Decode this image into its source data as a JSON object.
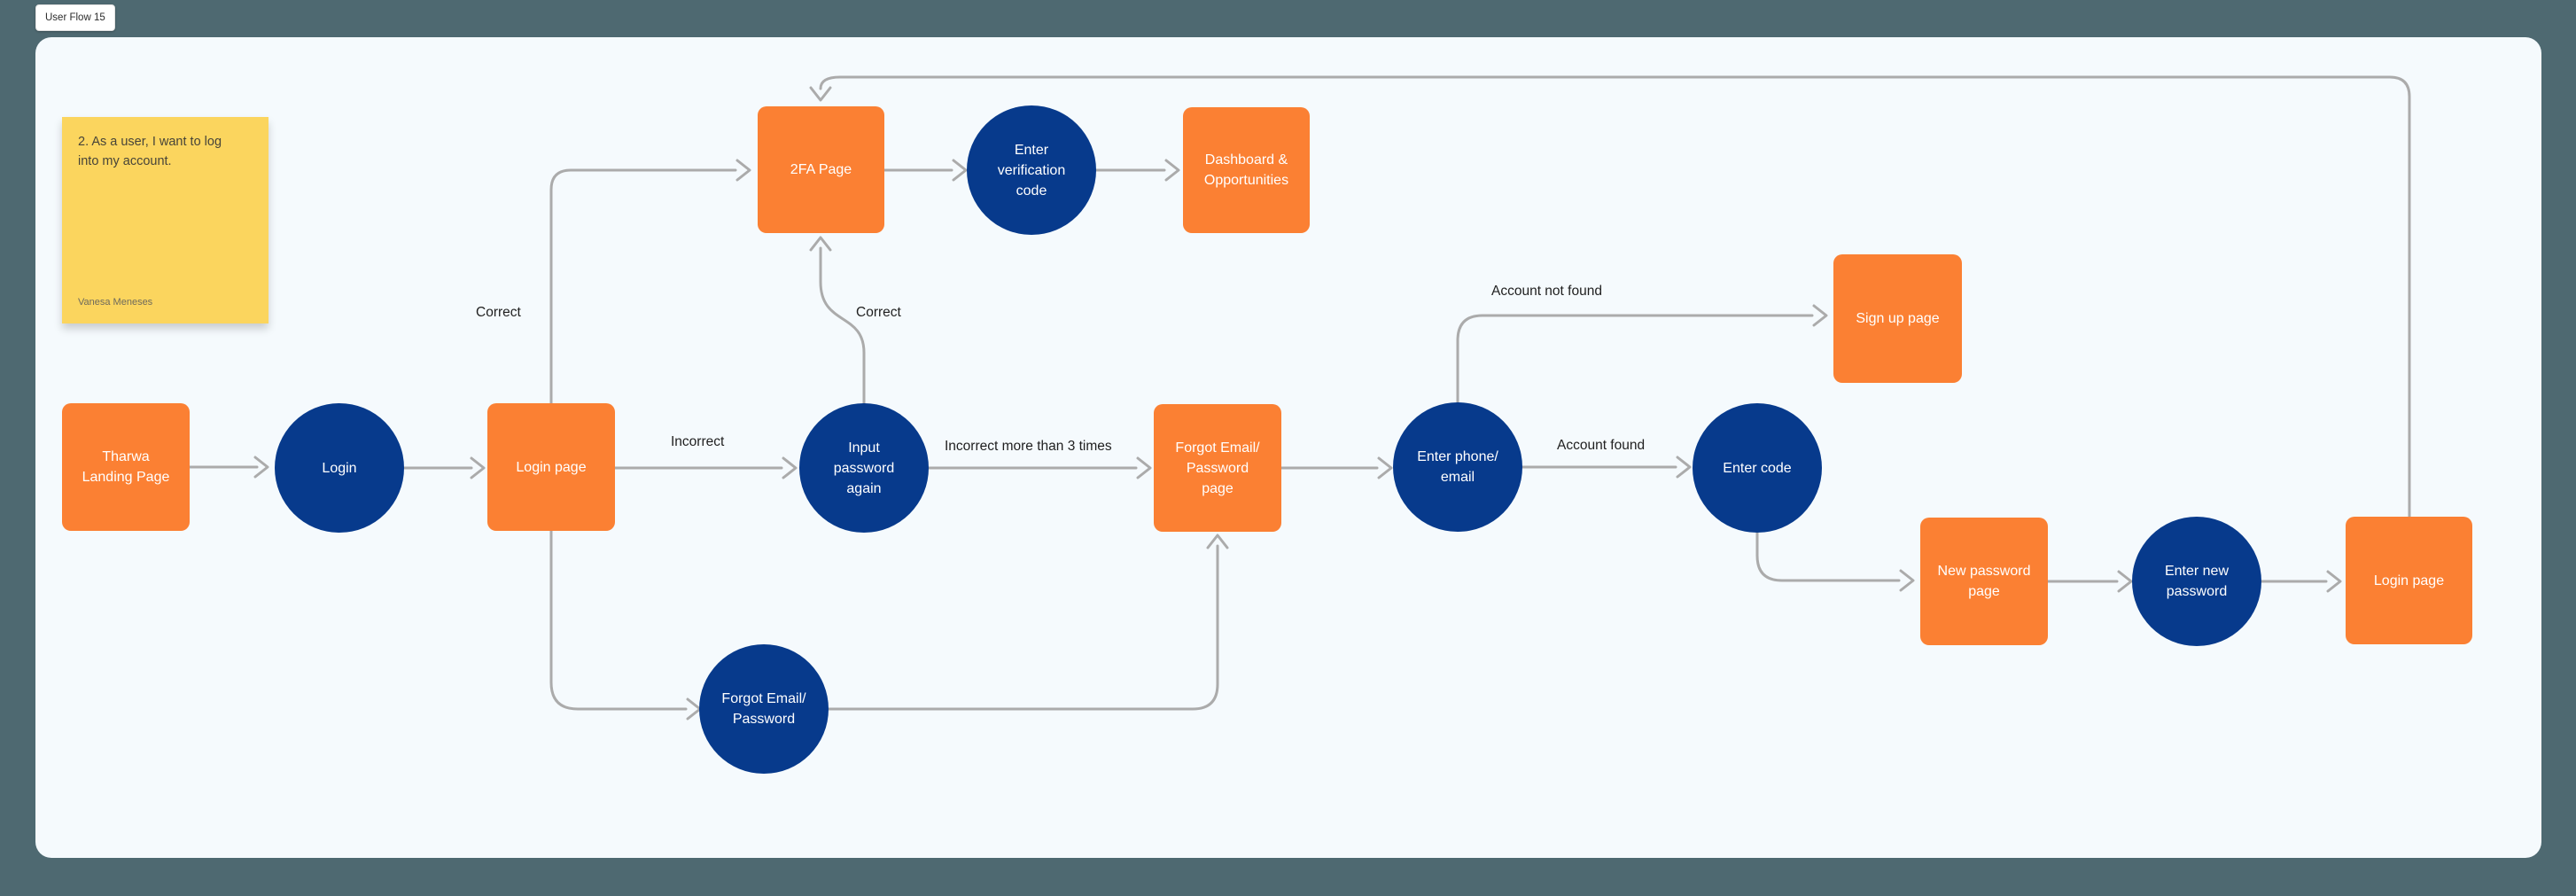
{
  "app": {
    "flow_tag": "User Flow 15"
  },
  "sticky_note": {
    "text": "2. As a user, I want to log\ninto my account.",
    "author": "Vanesa Meneses",
    "color": "#FBD55E"
  },
  "colors": {
    "page_background": "#4E6971",
    "canvas_background": "#F5FAFD",
    "rect_node": "#FB8033",
    "circle_node": "#073A8C",
    "connector": "#ABABAB",
    "node_text": "#FFFFFF",
    "label_text": "#1F1F1F"
  },
  "nodes": {
    "tharwa_landing": "Tharwa\nLanding Page",
    "login": "Login",
    "login_page": "Login page",
    "two_fa_page": "2FA Page",
    "enter_verification_code": "Enter\nverification\ncode",
    "dashboard_opportunities": "Dashboard &\nOpportunities",
    "input_password_again": "Input\npassword\nagain",
    "forgot_email_password_circle": "Forgot Email/\nPassword",
    "forgot_email_password_page": "Forgot Email/\nPassword\npage",
    "enter_phone_email": "Enter phone/\nemail",
    "sign_up_page": "Sign up page",
    "enter_code": "Enter code",
    "new_password_page": "New password\npage",
    "enter_new_password": "Enter new\npassword",
    "login_page_final": "Login page"
  },
  "edge_labels": {
    "correct_login": "Correct",
    "incorrect_login": "Incorrect",
    "correct_password": "Correct",
    "incorrect_3_times": "Incorrect more than 3 times",
    "account_not_found": "Account not found",
    "account_found": "Account found"
  }
}
